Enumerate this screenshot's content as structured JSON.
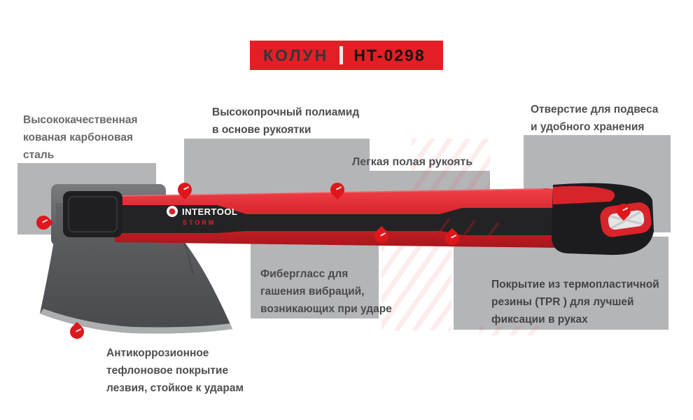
{
  "header": {
    "product": "КОЛУН",
    "divider": "|",
    "model": "HT-0298",
    "band_color": "#e31e24"
  },
  "axe": {
    "brand": "INTERTOOL",
    "brand_sub": "STORM"
  },
  "callouts": {
    "steel": {
      "lines": [
        "Высококачественная",
        "кованая карбоновая",
        "сталь"
      ]
    },
    "polyamide": {
      "lines": [
        "Высокопрочный полиамид",
        "в основе рукоятки"
      ]
    },
    "hollow": {
      "lines": [
        "Легкая полая рукоять"
      ]
    },
    "hole": {
      "lines": [
        "Отверстие для подвеса",
        "и удобного хранения"
      ]
    },
    "fiberglass": {
      "lines": [
        "Фибергласс для",
        "гашения вибраций,",
        "возникающих при ударе"
      ]
    },
    "tpr": {
      "lines": [
        "Покрытие из термопластичной",
        "резины (TPR ) для лучшей",
        "фиксации в руках"
      ]
    },
    "teflon": {
      "lines": [
        "Антикоррозионное",
        "тефлоновое покрытие",
        "лезвия, стойкое к ударам"
      ]
    }
  },
  "colors": {
    "accent_red": "#e31e24",
    "pin_red": "#e0161d",
    "block_gray": "#b4b5b7",
    "label_gray": "#4f5154",
    "steel_dark": "#55575b",
    "rubber_black": "#1f1f22"
  }
}
